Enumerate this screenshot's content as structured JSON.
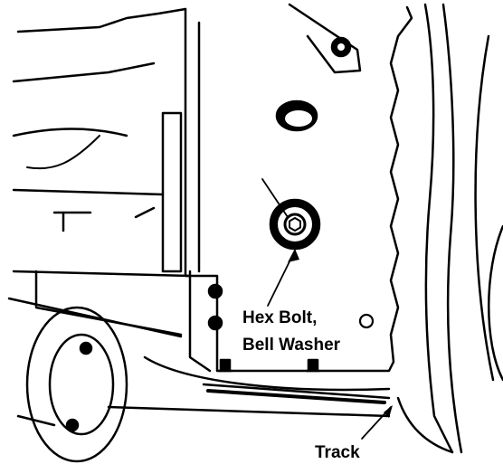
{
  "diagram": {
    "callouts": [
      {
        "id": "hex-bolt-bell-washer",
        "lines": [
          "Hex Bolt,",
          "Bell Washer"
        ]
      },
      {
        "id": "track",
        "lines": [
          "Track"
        ]
      }
    ]
  }
}
